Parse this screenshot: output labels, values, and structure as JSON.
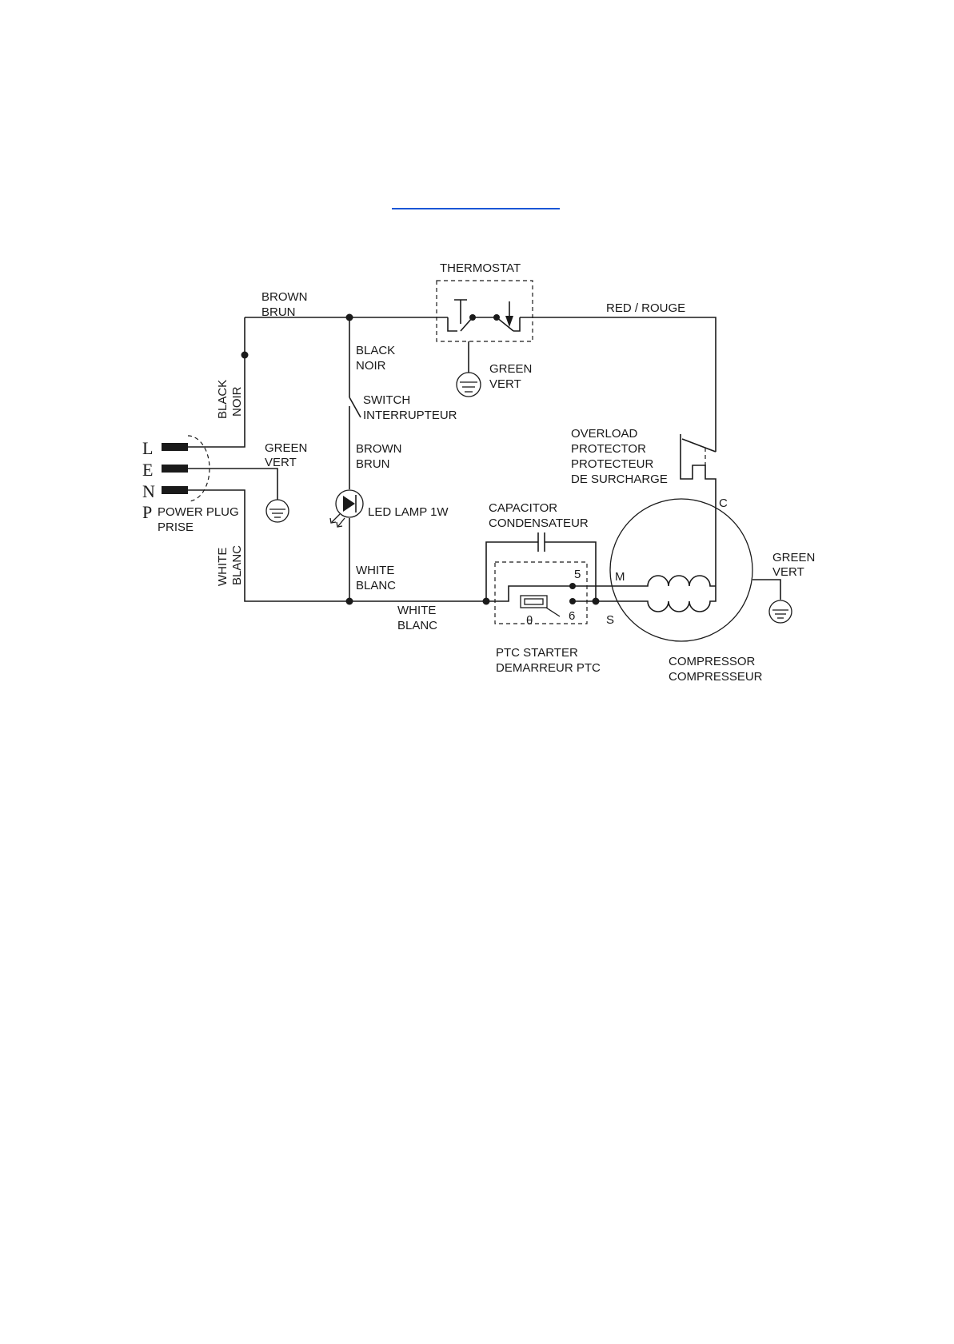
{
  "labels": {
    "brown_top_1": "BROWN",
    "brown_top_2": "BRUN",
    "thermostat": "THERMOSTAT",
    "red_rouge": "RED / ROUGE",
    "black_noir_1": "BLACK",
    "black_noir_2": "NOIR",
    "therm_ground_1": "GREEN",
    "therm_ground_2": "VERT",
    "black_vert_1": "BLACK",
    "black_vert_2": "NOIR",
    "switch_1": "SWITCH",
    "switch_2": "INTERRUPTEUR",
    "overload_1": "OVERLOAD",
    "overload_2": "PROTECTOR",
    "overload_3": "PROTECTEUR",
    "overload_4": "DE SURCHARGE",
    "plug_ground_1": "GREEN",
    "plug_ground_2": "VERT",
    "brown_mid_1": "BROWN",
    "brown_mid_2": "BRUN",
    "plug_L": "L",
    "plug_E": "E",
    "plug_N": "N",
    "plug_P": "P",
    "power_plug_1": "POWER PLUG",
    "power_plug_2": "PRISE",
    "led_lamp": "LED LAMP 1W",
    "capacitor_1": "CAPACITOR",
    "capacitor_2": "CONDENSATEUR",
    "terminal_C": "C",
    "terminal_M": "M",
    "terminal_S": "S",
    "pin_5": "5",
    "pin_6": "6",
    "theta": "θ",
    "comp_ground_1": "GREEN",
    "comp_ground_2": "VERT",
    "white_vert_1": "WHITE",
    "white_vert_2": "BLANC",
    "white_mid_1": "WHITE",
    "white_mid_2": "BLANC",
    "white_bottom_1": "WHITE",
    "white_bottom_2": "BLANC",
    "ptc_1": "PTC STARTER",
    "ptc_2": "DEMARREUR PTC",
    "compressor_1": "COMPRESSOR",
    "compressor_2": "COMPRESSEUR"
  }
}
